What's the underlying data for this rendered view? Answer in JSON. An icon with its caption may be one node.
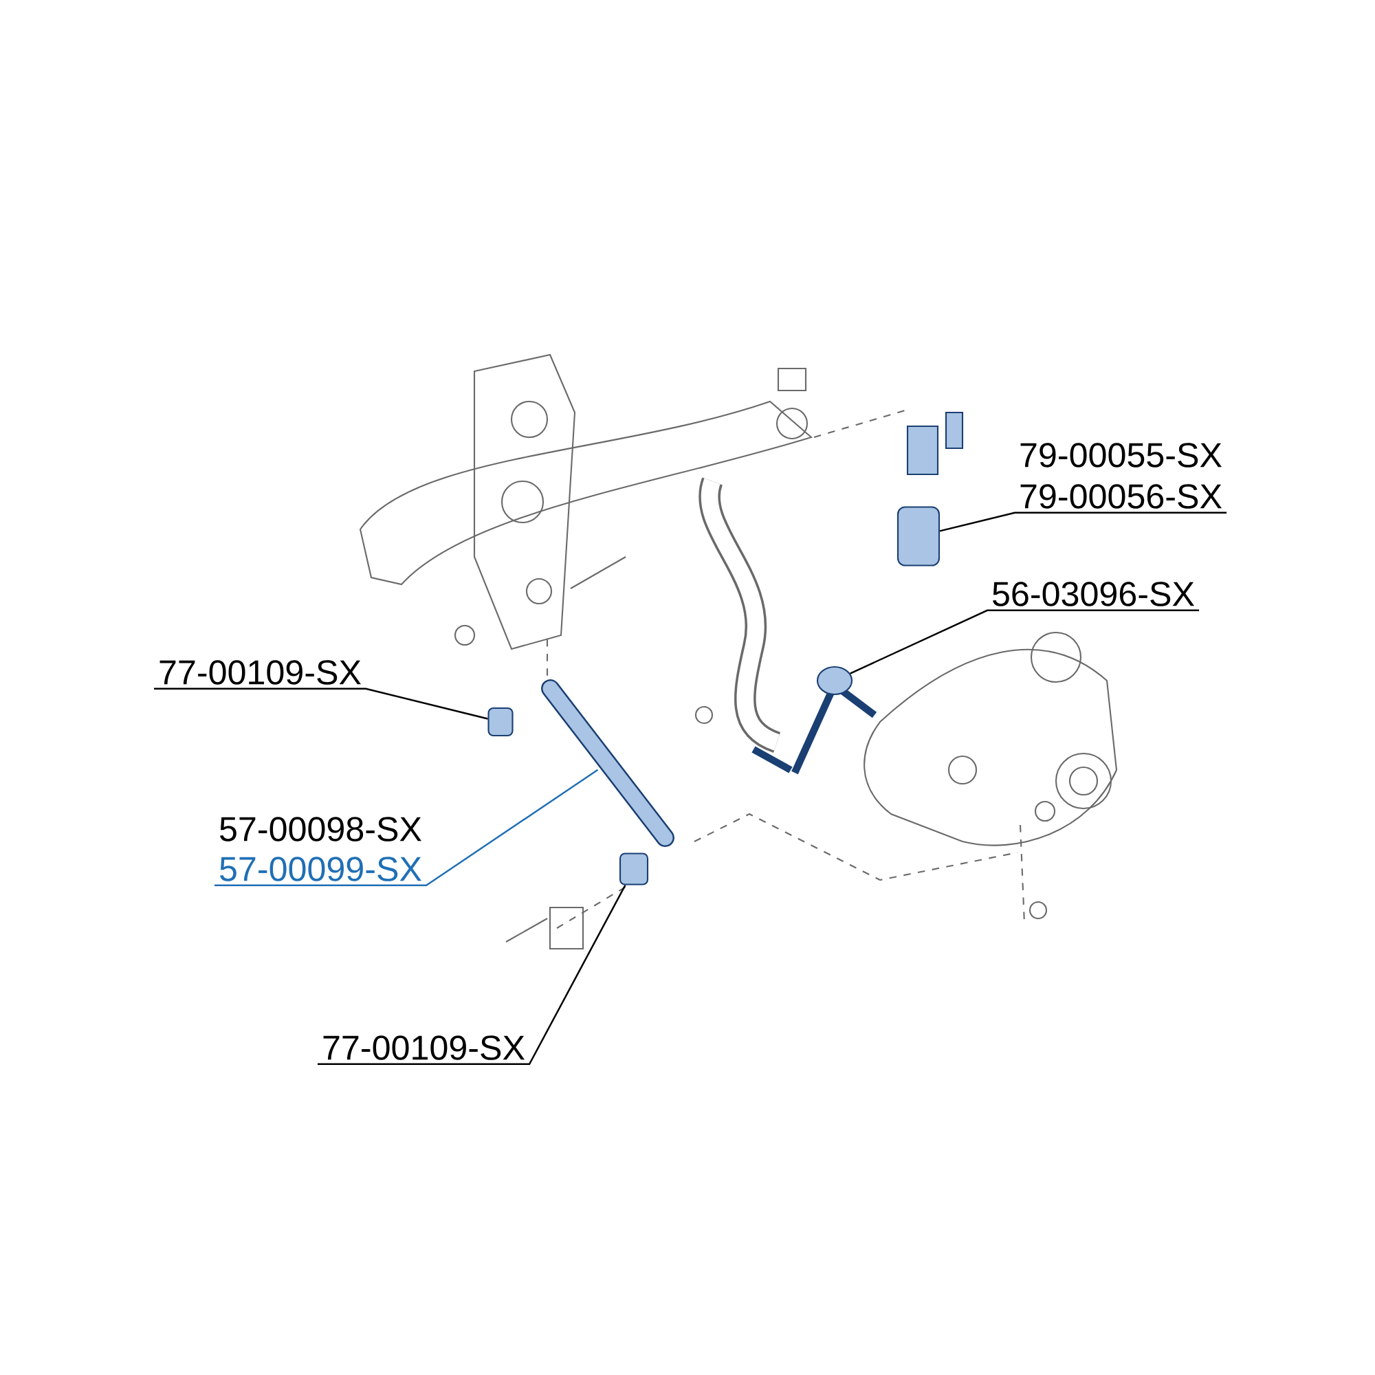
{
  "diagram": {
    "nodes": [
      {
        "text": [
          "79-00055-SX"
        ]
      },
      {
        "text": [
          "79-00056-SX"
        ]
      },
      {
        "text": [
          "56-03096-SX"
        ]
      },
      {
        "text": [
          "77-00109-SX"
        ]
      },
      {
        "text": [
          "57-00098-SX"
        ]
      },
      {
        "text": [
          "57-00099-SX"
        ]
      },
      {
        "text": [
          "77-00109-SX"
        ]
      },
      {
        "text": [],
        "shape": "box"
      },
      {
        "text": [],
        "shape": "circle"
      },
      {
        "text": [],
        "shape": "box"
      },
      {
        "text": [],
        "shape": "bar"
      },
      {
        "text": [],
        "shape": "box"
      }
    ],
    "edges": [
      {
        "from": 1,
        "to": 7,
        "arrow": "none"
      },
      {
        "from": 2,
        "to": 8,
        "arrow": "none"
      },
      {
        "from": 3,
        "to": 9,
        "arrow": "none"
      },
      {
        "from": 5,
        "to": 10,
        "arrow": "none",
        "color": "#1f6fb5"
      },
      {
        "from": 6,
        "to": 11,
        "arrow": "none"
      }
    ]
  }
}
